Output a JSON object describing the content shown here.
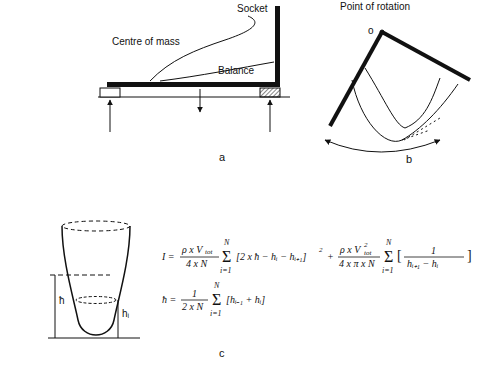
{
  "diagram": {
    "labels": [
      "Socket",
      "Centre of mass",
      "Balance",
      "a",
      "Point of rotation",
      "o",
      "b",
      "ħ",
      "hᵢ",
      "c",
      "I =",
      "ρ x V",
      "tot",
      "4 x N",
      "Σ",
      "N",
      "i=1",
      "[2 x ħ − hᵢ − hᵢ₊₁]",
      "2",
      "+",
      "ρ x V",
      "2",
      "tot",
      "4 x π x N",
      "Σ",
      "N",
      "i=1",
      "[",
      "1",
      "hᵢ₊₁ − hᵢ",
      "]",
      "ħ =",
      "1",
      "2 x N",
      "Σ",
      "N",
      "i=1",
      "[hᵢ₋₁ + hᵢ]"
    ]
  }
}
